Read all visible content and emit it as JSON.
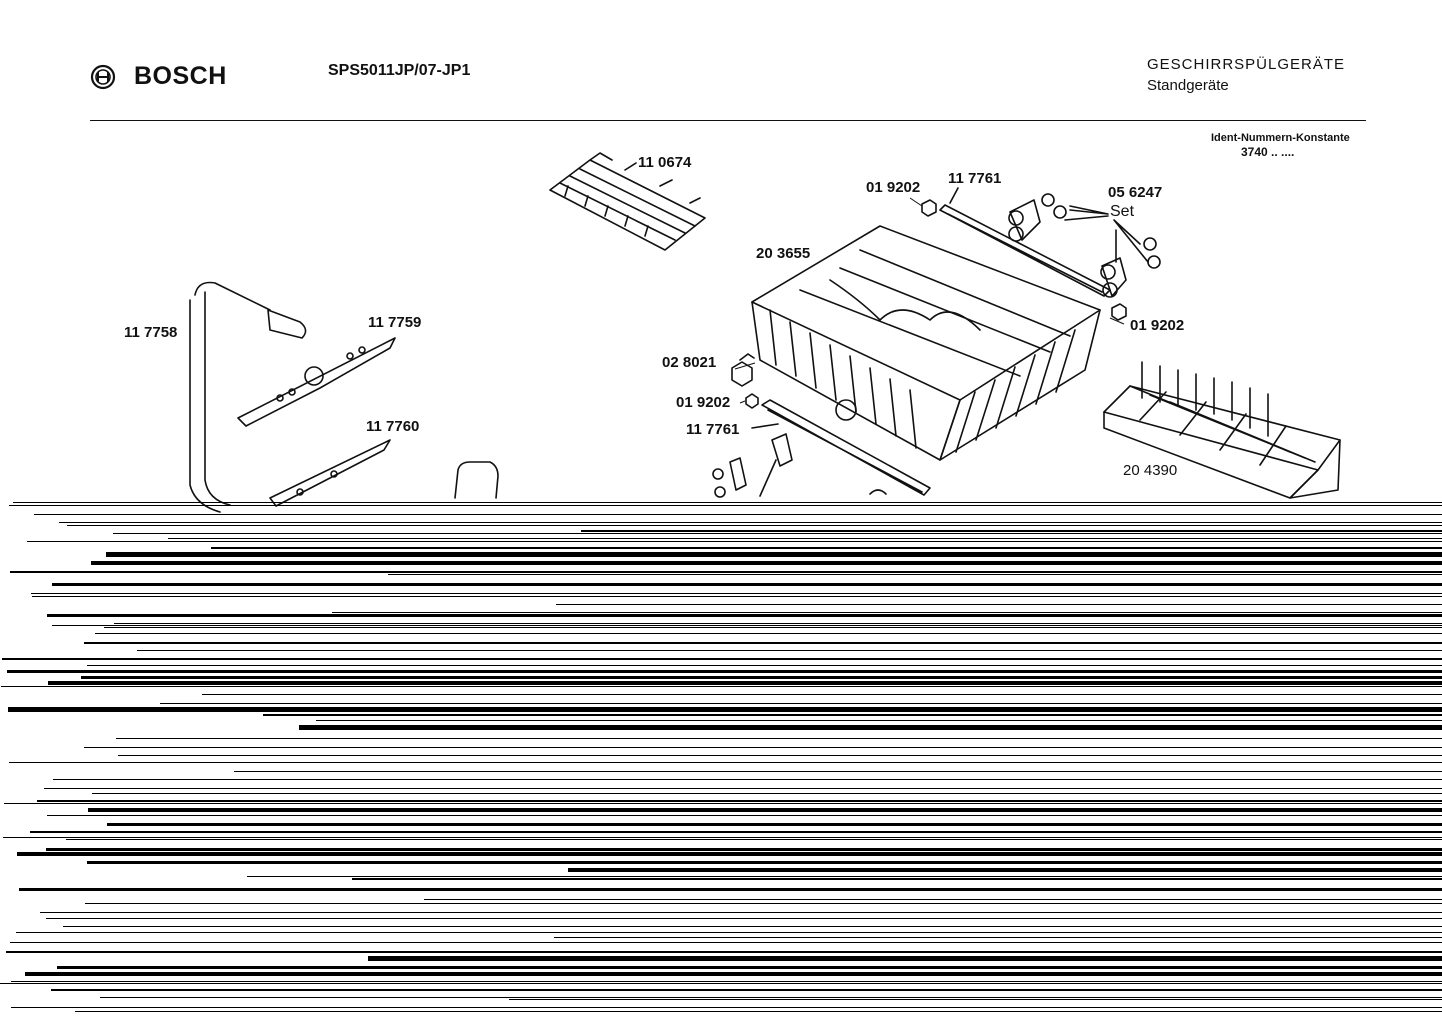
{
  "header": {
    "brand": "BOSCH",
    "model": "SPS5011JP/07-JP1",
    "category": "GESCHIRRSPÜLGERÄTE",
    "subcategory": "Standgeräte",
    "ident_label": "Ident-Nummern-Konstante",
    "ident_value": "3740 .. ...."
  },
  "parts": [
    {
      "id": "tine-rack",
      "number": "11 0674"
    },
    {
      "id": "clip-top",
      "number": "01 9202"
    },
    {
      "id": "rail-top",
      "number": "11 7761"
    },
    {
      "id": "roller-set",
      "number": "05 6247"
    },
    {
      "id": "set-label",
      "number": "Set"
    },
    {
      "id": "upper-basket",
      "number": "20 3655"
    },
    {
      "id": "spray-pipe",
      "number": "11 7758"
    },
    {
      "id": "spray-arm-upper",
      "number": "11 7759"
    },
    {
      "id": "spray-arm-lower",
      "number": "11 7760"
    },
    {
      "id": "clip-right",
      "number": "01 9202"
    },
    {
      "id": "knob",
      "number": "02 8021"
    },
    {
      "id": "clip-left",
      "number": "01 9202"
    },
    {
      "id": "rail-bottom",
      "number": "11 7761"
    },
    {
      "id": "cutlery-basket",
      "number": "20 4390"
    }
  ],
  "colors": {
    "ink": "#111111",
    "paper": "#ffffff"
  }
}
